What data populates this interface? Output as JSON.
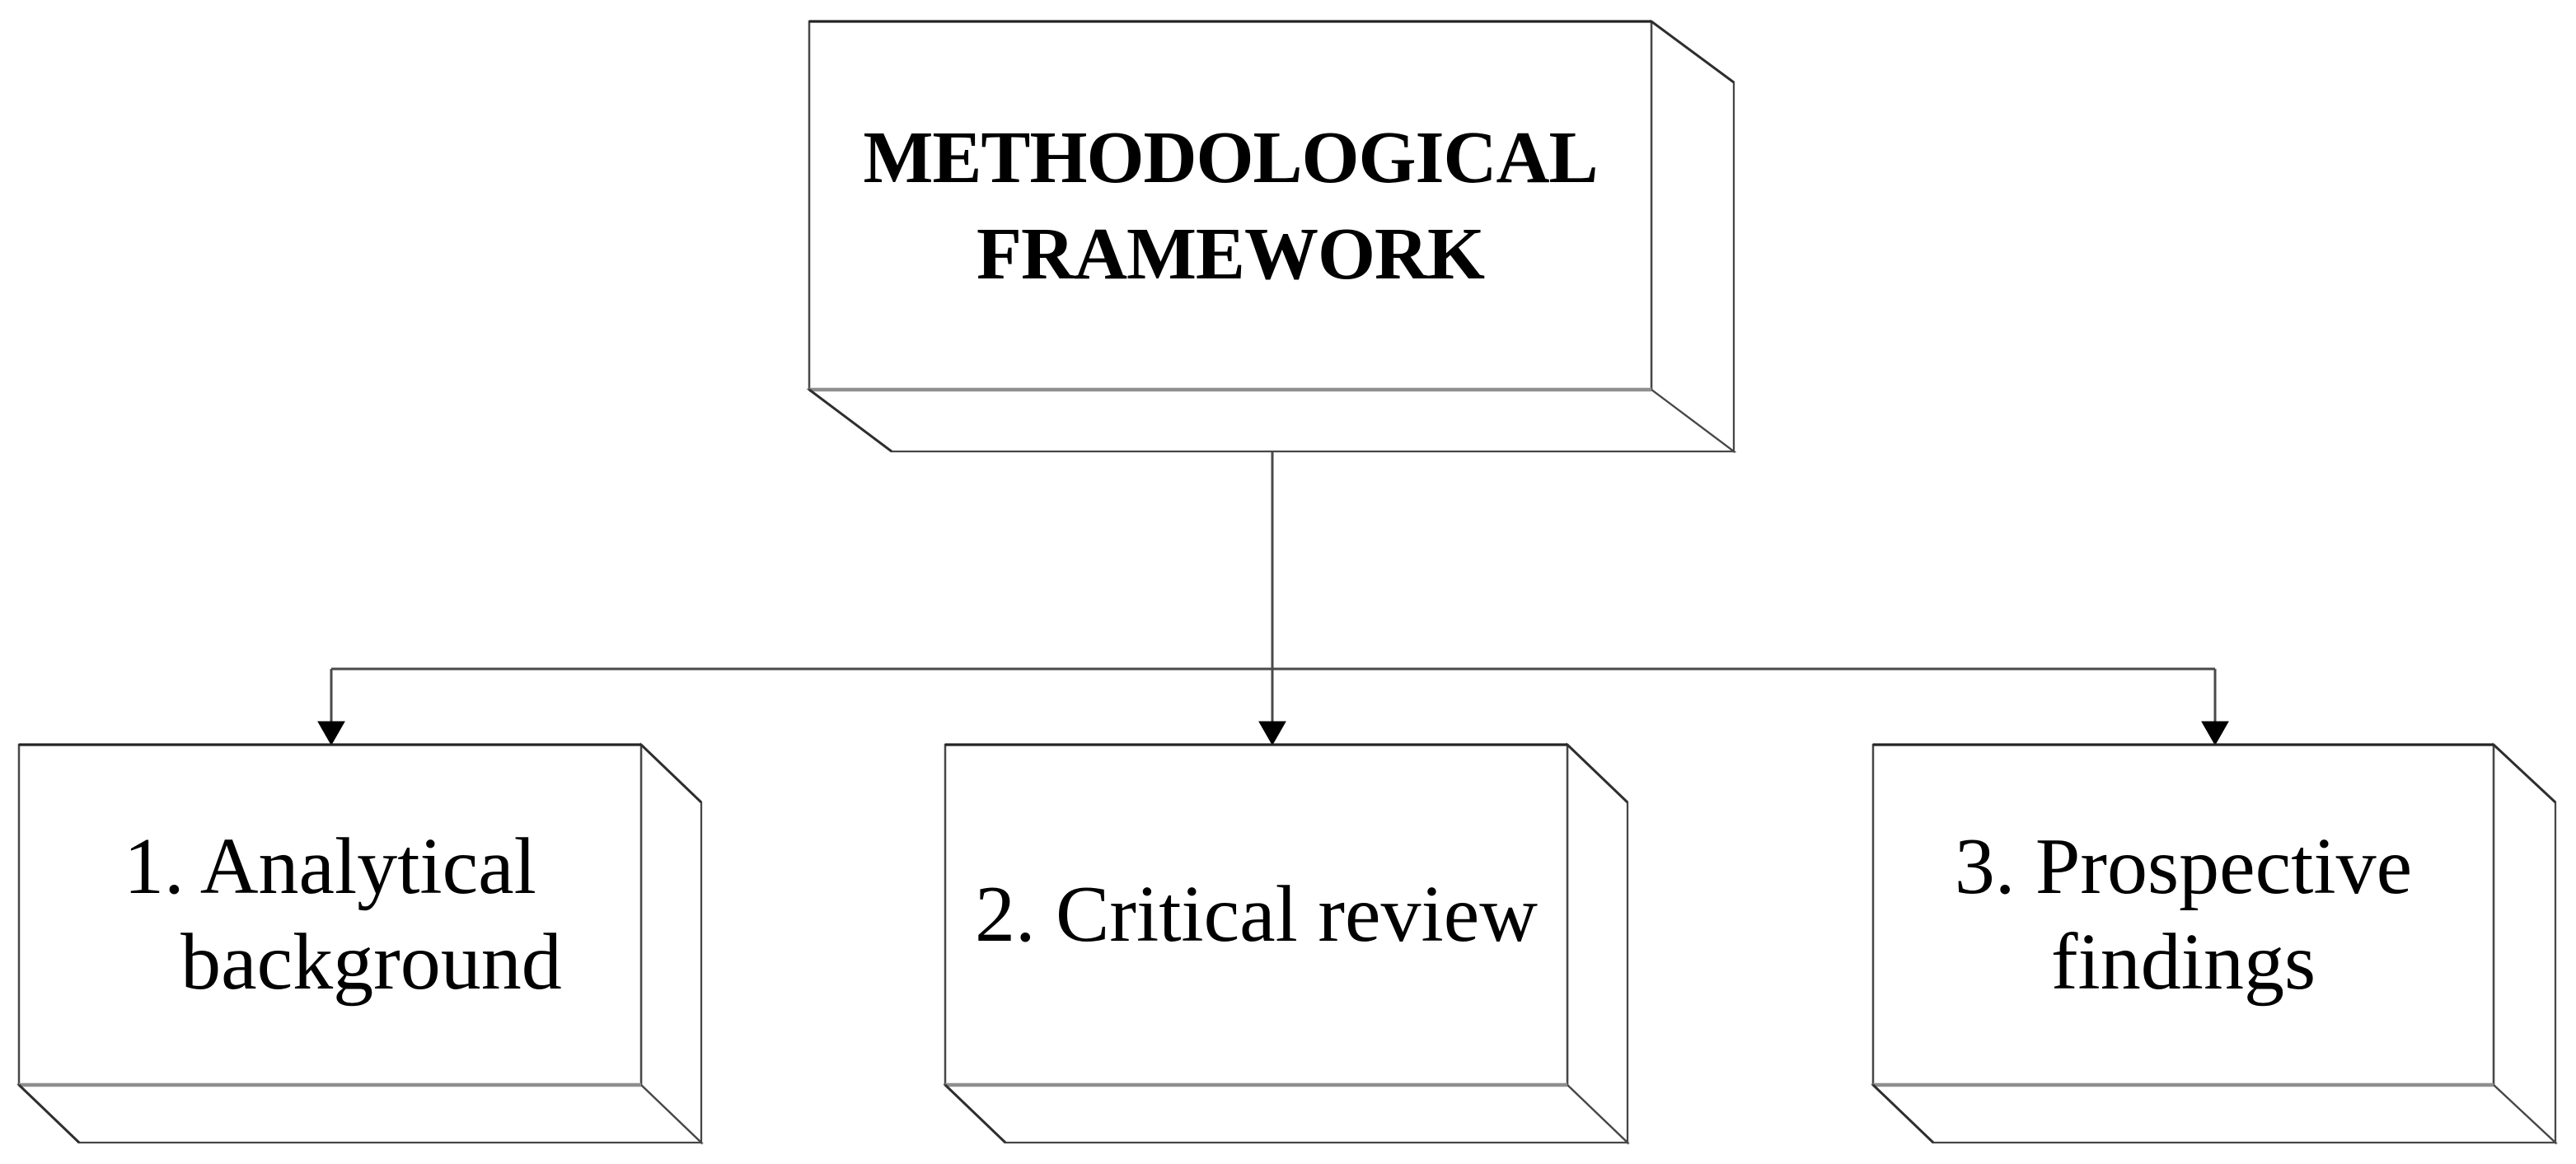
{
  "figure": {
    "background_color": "#ffffff",
    "text_color": "#000000",
    "box_line_color": "#474747",
    "connector_color": "#4a4a4a",
    "arrowhead_color": "#000000",
    "root_box": {
      "lines": [
        "METHODOLOGICAL",
        "FRAMEWORK"
      ]
    },
    "child_boxes": [
      {
        "number": "1",
        "lines": [
          "1. Analytical",
          "background"
        ]
      },
      {
        "number": "2",
        "lines": [
          "2. Critical review"
        ]
      },
      {
        "number": "3",
        "lines": [
          "3. Prospective",
          "findings"
        ]
      }
    ]
  }
}
